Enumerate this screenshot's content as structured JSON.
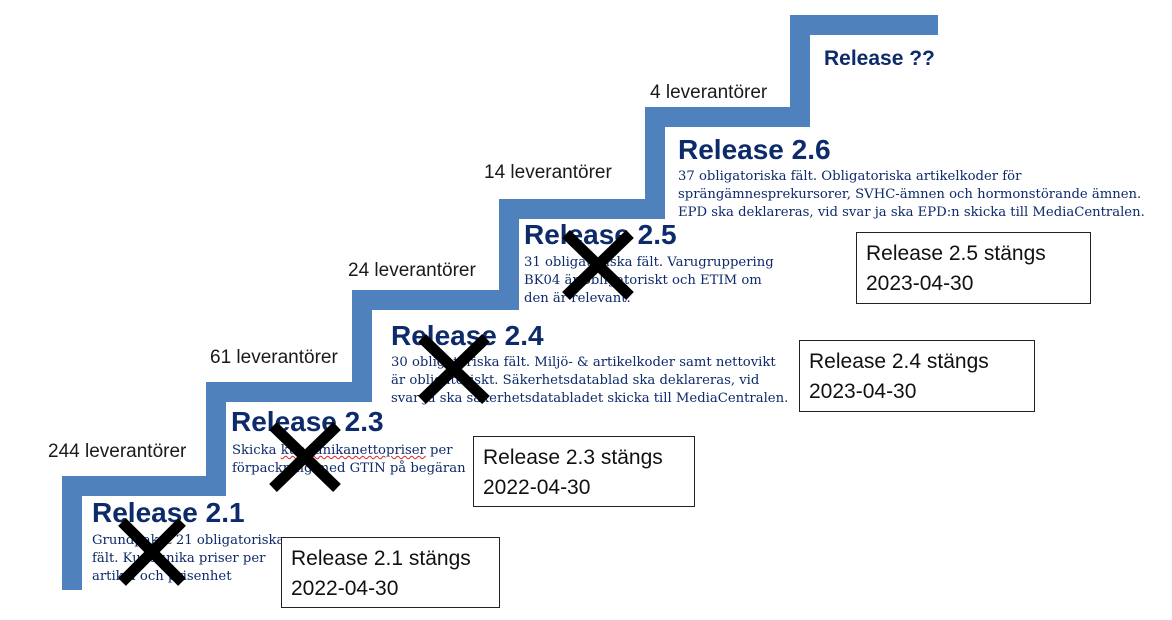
{
  "stairs": {
    "color": "#4f81bd"
  },
  "steps": [
    {
      "supplier_count": "244 leverantörer",
      "release_title": "Release 2.1",
      "description": "Grundpaket 21 obligatoriska fält. Kundunika priser per artikel och prisenhet",
      "closed": true,
      "closing_note": {
        "line1": "Release 2.1 stängs",
        "line2": "2022-04-30"
      }
    },
    {
      "supplier_count": "61 leverantörer",
      "release_title": "Release 2.3",
      "description": "Skicka kundunika nettopriser per förpackning med GTIN på begäran",
      "closed": true,
      "closing_note": {
        "line1": "Release 2.3 stängs",
        "line2": "2022-04-30"
      }
    },
    {
      "supplier_count": "24 leverantörer",
      "release_title": "Release 2.4",
      "description": "30 obligatoriska fält. Miljö- & artikelkoder samt nettovikt är obligatoriskt. Säkerhetsdatablad ska deklareras, vid svar ja ska säkerhetsdatabladet skicka till MediaCentralen.",
      "closed": true,
      "closing_note": {
        "line1": "Release 2.4 stängs",
        "line2": "2023-04-30"
      }
    },
    {
      "supplier_count": "14 leverantörer",
      "release_title": "Release 2.5",
      "description": "31 obligatoriska fält. Varugruppering BK04 är obligatoriskt och ETIM om den är relevant.",
      "closed": true,
      "closing_note": {
        "line1": "Release 2.5 stängs",
        "line2": "2023-04-30"
      }
    },
    {
      "supplier_count": "4 leverantörer",
      "release_title": "Release 2.6",
      "description": "37 obligatoriska fält. Obligatoriska artikelkoder för sprängämnesprekursorer, SVHC-ämnen och hormonstörande ämnen. EPD ska deklareras, vid svar ja ska EPD:n skicka till MediaCentralen.",
      "closed": false
    },
    {
      "release_title": "Release ??"
    }
  ]
}
